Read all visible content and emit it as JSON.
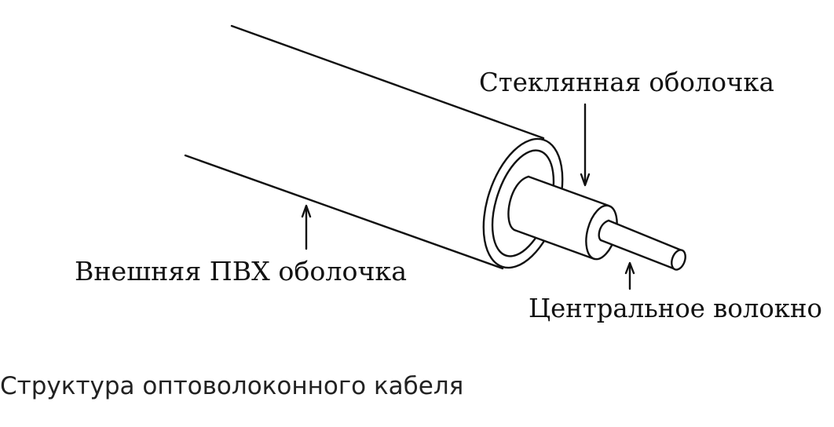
{
  "labels": {
    "glass_cladding": "Стеклянная оболочка",
    "outer_jacket": "Внешняя ПВХ оболочка",
    "central_fiber": "Центральное волокно"
  },
  "caption": "Структура оптоволоконного кабеля"
}
